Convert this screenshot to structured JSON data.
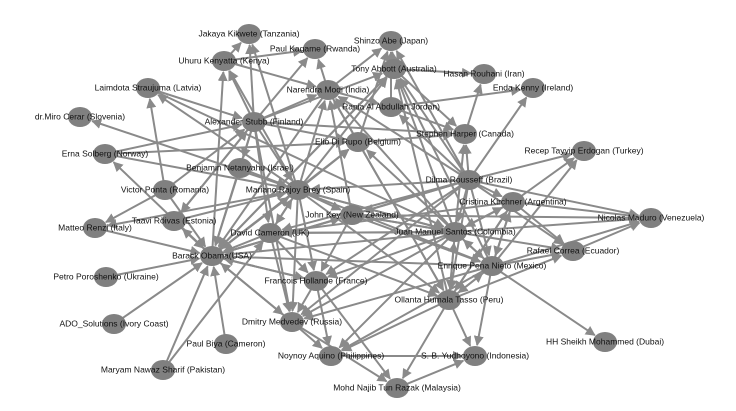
{
  "diagram": {
    "type": "directed-network",
    "node_color": "#808080",
    "edge_color": "#8a8a8a",
    "nodes": [
      {
        "id": "kik",
        "label": "Jakaya Kikwete (Tanzania)"
      },
      {
        "id": "kag",
        "label": "Paul Kagame (Rwanda)"
      },
      {
        "id": "uhu",
        "label": "Uhuru Kenyatta (Kenya)"
      },
      {
        "id": "abe",
        "label": "Shinzo Abe (Japan)"
      },
      {
        "id": "abb",
        "label": "Tony Abbott (Australia)"
      },
      {
        "id": "rou",
        "label": "Hasan Rouhani (Iran)"
      },
      {
        "id": "lai",
        "label": "Laimdota Straujuma (Latvia)"
      },
      {
        "id": "mod",
        "label": "Narendra Modi (India)"
      },
      {
        "id": "ken",
        "label": "Enda Kenny (Ireland)"
      },
      {
        "id": "ran",
        "label": "Rania Al Abdullah Jordan)"
      },
      {
        "id": "mir",
        "label": "dr.Miro Cerar (Slovenia)"
      },
      {
        "id": "stu",
        "label": "Alexander Stubb (Finland)"
      },
      {
        "id": "har",
        "label": "Stephen Harper (Canada)"
      },
      {
        "id": "dir",
        "label": "Elio Di Rupo (Belgium)"
      },
      {
        "id": "erd",
        "label": "Recep Tayyip Erdogan (Turkey)"
      },
      {
        "id": "ern",
        "label": "Erna Solberg (Norway)"
      },
      {
        "id": "net",
        "label": "Benjamin Netanyahu (Israel)"
      },
      {
        "id": "dil",
        "label": "Dilma Rousseff (Brazil)"
      },
      {
        "id": "pon",
        "label": "Victor Ponta (Romania)"
      },
      {
        "id": "raj",
        "label": "Mariano Rajoy Brey (Spain)"
      },
      {
        "id": "kir",
        "label": "Cristina Kirchner (Argentina)"
      },
      {
        "id": "key",
        "label": "John Key (New Zealand)"
      },
      {
        "id": "ren",
        "label": "Matteo Renzi (Italy)"
      },
      {
        "id": "taa",
        "label": "Taavi Rõivas (Estonia)"
      },
      {
        "id": "mad",
        "label": "Nicolas Maduro (Venezuela)"
      },
      {
        "id": "cam",
        "label": "David Cameron (UK)"
      },
      {
        "id": "san",
        "label": "Juan Manuel Santos (Colombia)"
      },
      {
        "id": "oba",
        "label": "Barack Obama(USA)"
      },
      {
        "id": "cor",
        "label": "Rafael Correa (Ecuador)"
      },
      {
        "id": "pen",
        "label": "Enrique Pena Nieto (Mexico)"
      },
      {
        "id": "por",
        "label": "Petro Poroshenko (Ukraine)"
      },
      {
        "id": "hol",
        "label": "Francois Hollande (France)"
      },
      {
        "id": "oll",
        "label": "Ollanta Humala Tasso (Peru)"
      },
      {
        "id": "ado",
        "label": "ADO_Solutions (Ivory Coast)"
      },
      {
        "id": "med",
        "label": "Dmitry Medvedev (Russia)"
      },
      {
        "id": "shk",
        "label": "HH Sheikh Mohammed (Dubai)"
      },
      {
        "id": "biy",
        "label": "Paul Biya (Cameron)"
      },
      {
        "id": "aqu",
        "label": "Noynoy Aquino (Philippines)"
      },
      {
        "id": "yud",
        "label": "S. B. Yudhoyono (Indonesia)"
      },
      {
        "id": "mar",
        "label": "Maryam Nawaz Sharif (Pakistan)"
      },
      {
        "id": "naj",
        "label": "Mohd Najib Tun Razak (Malaysia)"
      }
    ],
    "edges": [
      [
        "uhu",
        "kik"
      ],
      [
        "stu",
        "kik"
      ],
      [
        "raj",
        "kik"
      ],
      [
        "uhu",
        "kag"
      ],
      [
        "stu",
        "kag"
      ],
      [
        "mod",
        "kag"
      ],
      [
        "stu",
        "uhu"
      ],
      [
        "oba",
        "uhu"
      ],
      [
        "raj",
        "uhu"
      ],
      [
        "uhu",
        "mod"
      ],
      [
        "pon",
        "lai"
      ],
      [
        "raj",
        "lai"
      ],
      [
        "lai",
        "stu"
      ],
      [
        "lai",
        "san"
      ],
      [
        "raj",
        "mir"
      ],
      [
        "ern",
        "stu"
      ],
      [
        "ern",
        "dir"
      ],
      [
        "oba",
        "ern"
      ],
      [
        "stu",
        "net"
      ],
      [
        "stu",
        "oba"
      ],
      [
        "stu",
        "raj"
      ],
      [
        "net",
        "oba"
      ],
      [
        "pon",
        "oba"
      ],
      [
        "raj",
        "oba"
      ],
      [
        "cam",
        "oba"
      ],
      [
        "ren",
        "oba"
      ],
      [
        "taa",
        "oba"
      ],
      [
        "por",
        "oba"
      ],
      [
        "ado",
        "oba"
      ],
      [
        "biy",
        "oba"
      ],
      [
        "mar",
        "oba"
      ],
      [
        "mar",
        "cam"
      ],
      [
        "hol",
        "oba"
      ],
      [
        "med",
        "oba"
      ],
      [
        "oba",
        "med"
      ],
      [
        "key",
        "oba"
      ],
      [
        "san",
        "oba"
      ],
      [
        "dil",
        "oba"
      ],
      [
        "pen",
        "oba"
      ],
      [
        "mod",
        "oba"
      ],
      [
        "abb",
        "oba"
      ],
      [
        "raj",
        "ren"
      ],
      [
        "pon",
        "ren"
      ],
      [
        "abb",
        "abe"
      ],
      [
        "mod",
        "abe"
      ],
      [
        "dil",
        "abe"
      ],
      [
        "ran",
        "abe"
      ],
      [
        "dir",
        "abe"
      ],
      [
        "abb",
        "rou"
      ],
      [
        "har",
        "rou"
      ],
      [
        "ran",
        "ken"
      ],
      [
        "dil",
        "ken"
      ],
      [
        "abb",
        "har"
      ],
      [
        "ran",
        "har"
      ],
      [
        "dil",
        "har"
      ],
      [
        "san",
        "har"
      ],
      [
        "stu",
        "har"
      ],
      [
        "dir",
        "har"
      ],
      [
        "dil",
        "erd"
      ],
      [
        "kir",
        "erd"
      ],
      [
        "pen",
        "erd"
      ],
      [
        "dil",
        "mod"
      ],
      [
        "raj",
        "mod"
      ],
      [
        "stu",
        "mod"
      ],
      [
        "dir",
        "mod"
      ],
      [
        "san",
        "mod"
      ],
      [
        "key",
        "mod"
      ],
      [
        "dil",
        "abb"
      ],
      [
        "san",
        "abb"
      ],
      [
        "raj",
        "abb"
      ],
      [
        "oll",
        "abb"
      ],
      [
        "pen",
        "abb"
      ],
      [
        "stu",
        "abb"
      ],
      [
        "oba",
        "abb"
      ],
      [
        "mod",
        "ran"
      ],
      [
        "dil",
        "ran"
      ],
      [
        "raj",
        "dir"
      ],
      [
        "oba",
        "dir"
      ],
      [
        "stu",
        "dir"
      ],
      [
        "san",
        "dir"
      ],
      [
        "dil",
        "raj"
      ],
      [
        "san",
        "raj"
      ],
      [
        "oba",
        "raj"
      ],
      [
        "cam",
        "raj"
      ],
      [
        "raj",
        "cam"
      ],
      [
        "dil",
        "cam"
      ],
      [
        "san",
        "cam"
      ],
      [
        "kir",
        "cam"
      ],
      [
        "stu",
        "cam"
      ],
      [
        "dil",
        "hol"
      ],
      [
        "san",
        "hol"
      ],
      [
        "raj",
        "hol"
      ],
      [
        "oba",
        "hol"
      ],
      [
        "cam",
        "hol"
      ],
      [
        "key",
        "hol"
      ],
      [
        "cam",
        "med"
      ],
      [
        "raj",
        "med"
      ],
      [
        "hol",
        "med"
      ],
      [
        "san",
        "med"
      ],
      [
        "pen",
        "med"
      ],
      [
        "dil",
        "med"
      ],
      [
        "stu",
        "med"
      ],
      [
        "hol",
        "aqu"
      ],
      [
        "med",
        "aqu"
      ],
      [
        "san",
        "aqu"
      ],
      [
        "oll",
        "aqu"
      ],
      [
        "pen",
        "aqu"
      ],
      [
        "med",
        "naj"
      ],
      [
        "hol",
        "naj"
      ],
      [
        "oll",
        "naj"
      ],
      [
        "aqu",
        "yud"
      ],
      [
        "naj",
        "yud"
      ],
      [
        "oll",
        "yud"
      ],
      [
        "pen",
        "yud"
      ],
      [
        "san",
        "mad"
      ],
      [
        "dil",
        "mad"
      ],
      [
        "kir",
        "mad"
      ],
      [
        "cor",
        "mad"
      ],
      [
        "pen",
        "mad"
      ],
      [
        "key",
        "mad"
      ],
      [
        "san",
        "cor"
      ],
      [
        "dil",
        "cor"
      ],
      [
        "kir",
        "cor"
      ],
      [
        "pen",
        "cor"
      ],
      [
        "oll",
        "cor"
      ],
      [
        "pen",
        "shk"
      ],
      [
        "san",
        "oll"
      ],
      [
        "dil",
        "oll"
      ],
      [
        "pen",
        "oll"
      ],
      [
        "kir",
        "oll"
      ],
      [
        "dir",
        "oll"
      ],
      [
        "raj",
        "oll"
      ],
      [
        "cam",
        "oll"
      ],
      [
        "mod",
        "oll"
      ],
      [
        "oll",
        "pen"
      ],
      [
        "san",
        "pen"
      ],
      [
        "dil",
        "pen"
      ],
      [
        "kir",
        "pen"
      ],
      [
        "raj",
        "pen"
      ],
      [
        "key",
        "pen"
      ],
      [
        "dil",
        "kir"
      ],
      [
        "san",
        "kir"
      ],
      [
        "oll",
        "kir"
      ],
      [
        "pen",
        "kir"
      ],
      [
        "raj",
        "san"
      ],
      [
        "dil",
        "san"
      ],
      [
        "oll",
        "san"
      ],
      [
        "pen",
        "san"
      ],
      [
        "kir",
        "san"
      ],
      [
        "cam",
        "san"
      ],
      [
        "key",
        "san"
      ],
      [
        "san",
        "key"
      ],
      [
        "dil",
        "key"
      ],
      [
        "raj",
        "key"
      ],
      [
        "oba",
        "key"
      ],
      [
        "taa",
        "raj"
      ],
      [
        "taa",
        "stu"
      ],
      [
        "pon",
        "stu"
      ],
      [
        "net",
        "raj"
      ],
      [
        "ern",
        "raj"
      ],
      [
        "stu",
        "taa"
      ],
      [
        "oba",
        "taa"
      ]
    ]
  }
}
